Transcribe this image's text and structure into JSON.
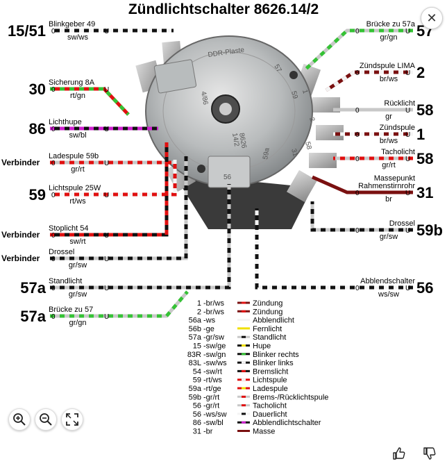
{
  "title": "Zündlichtschalter 8626.14/2",
  "colors": {
    "black": "#111111",
    "white": "#f4f4f4",
    "red": "#e01010",
    "green": "#35c235",
    "yellow": "#f0e000",
    "gray": "#c8c8c8",
    "pink": "#d020d0",
    "brown": "#7a1010"
  },
  "left_terminals": [
    {
      "number": "15/51",
      "name": "Blinkgeber 49",
      "color": "sw/ws"
    },
    {
      "number": "30",
      "name": "Sicherung 8A",
      "color": "rt/gn"
    },
    {
      "number": "86",
      "name": "Lichthupe",
      "color": "sw/bl"
    },
    {
      "number": "Verbinder",
      "name": "Ladespule 59b",
      "color": "gr/rt"
    },
    {
      "number": "59",
      "name": "Lichtspule 25W",
      "color": "rt/ws"
    },
    {
      "number": "Verbinder",
      "name": "Stoplicht 54",
      "color": "sw/rt"
    },
    {
      "number": "Verbinder",
      "name": "Drossel",
      "color": "gr/sw"
    },
    {
      "number": "57a",
      "name": "Standlicht",
      "color": "gr/sw"
    },
    {
      "number": "57a",
      "name": "Brücke zu 57",
      "color": "gr/gn"
    }
  ],
  "right_terminals": [
    {
      "number": "57",
      "name": "Brücke zu 57a",
      "color": "gr/gn"
    },
    {
      "number": "2",
      "name": "Zündspule LIMA",
      "color": "br/ws"
    },
    {
      "number": "58",
      "name": "Rücklicht",
      "color": "gr"
    },
    {
      "number": "1",
      "name": "Zündspule",
      "color": "br/ws"
    },
    {
      "number": "58",
      "name": "Tacholicht",
      "color": "gr/rt"
    },
    {
      "number": "31",
      "name": "Massepunkt Rahmenstirnrohr",
      "color": "br"
    },
    {
      "number": "59b",
      "name": "Drossel",
      "color": "gr/sw"
    },
    {
      "number": "56",
      "name": "Abblendschalter",
      "color": "ws/sw"
    }
  ],
  "connector_marks": {
    "zero": "0",
    "u": "U"
  },
  "switch_markings": [
    "DDR-Plaste",
    "57",
    "4/86",
    "8626",
    "14/2",
    "59a",
    "56",
    "59",
    "1",
    "2",
    "58",
    "31"
  ],
  "legend": [
    {
      "terminal": "1",
      "color": "-br/ws",
      "function": "Zündung",
      "stripe": [
        "brown",
        "red"
      ]
    },
    {
      "terminal": "2",
      "color": "-br/ws",
      "function": "Zündung",
      "stripe": [
        "brown",
        "red"
      ]
    },
    {
      "terminal": "56a",
      "color": "-ws",
      "function": "Abblendlicht",
      "stripe": [
        "white"
      ]
    },
    {
      "terminal": "56b",
      "color": "-ge",
      "function": "Fernlicht",
      "stripe": [
        "yellow"
      ]
    },
    {
      "terminal": "57a",
      "color": "-gr/sw",
      "function": "Standlicht",
      "stripe": [
        "gray",
        "black"
      ]
    },
    {
      "terminal": "15",
      "color": "-sw/ge",
      "function": "Hupe",
      "stripe": [
        "black",
        "yellow"
      ]
    },
    {
      "terminal": "83R",
      "color": "-sw/gn",
      "function": "Blinker rechts",
      "stripe": [
        "black",
        "green"
      ]
    },
    {
      "terminal": "83L",
      "color": "-sw/ws",
      "function": "Blinker links",
      "stripe": [
        "black",
        "white"
      ]
    },
    {
      "terminal": "54",
      "color": "-sw/rt",
      "function": "Bremslicht",
      "stripe": [
        "black",
        "red"
      ]
    },
    {
      "terminal": "59",
      "color": "-rt/ws",
      "function": "Lichtspule",
      "stripe": [
        "red",
        "white"
      ]
    },
    {
      "terminal": "59a",
      "color": "-rt/ge",
      "function": "Ladespule",
      "stripe": [
        "red",
        "yellow"
      ]
    },
    {
      "terminal": "59b",
      "color": "-gr/rt",
      "function": "Brems-/Rücklichtspule",
      "stripe": [
        "gray",
        "red"
      ]
    },
    {
      "terminal": "56",
      "color": "-gr/rt",
      "function": "Tacholicht",
      "stripe": [
        "gray",
        "red"
      ]
    },
    {
      "terminal": "56",
      "color": "-ws/sw",
      "function": "Dauerlicht",
      "stripe": [
        "white",
        "black"
      ]
    },
    {
      "terminal": "86",
      "color": "-sw/bl",
      "function": "Abblendlichtschalter",
      "stripe": [
        "black",
        "pink"
      ]
    },
    {
      "terminal": "31",
      "color": "-br",
      "function": "Masse",
      "stripe": [
        "brown"
      ]
    }
  ],
  "controls": {
    "close": "✕"
  }
}
